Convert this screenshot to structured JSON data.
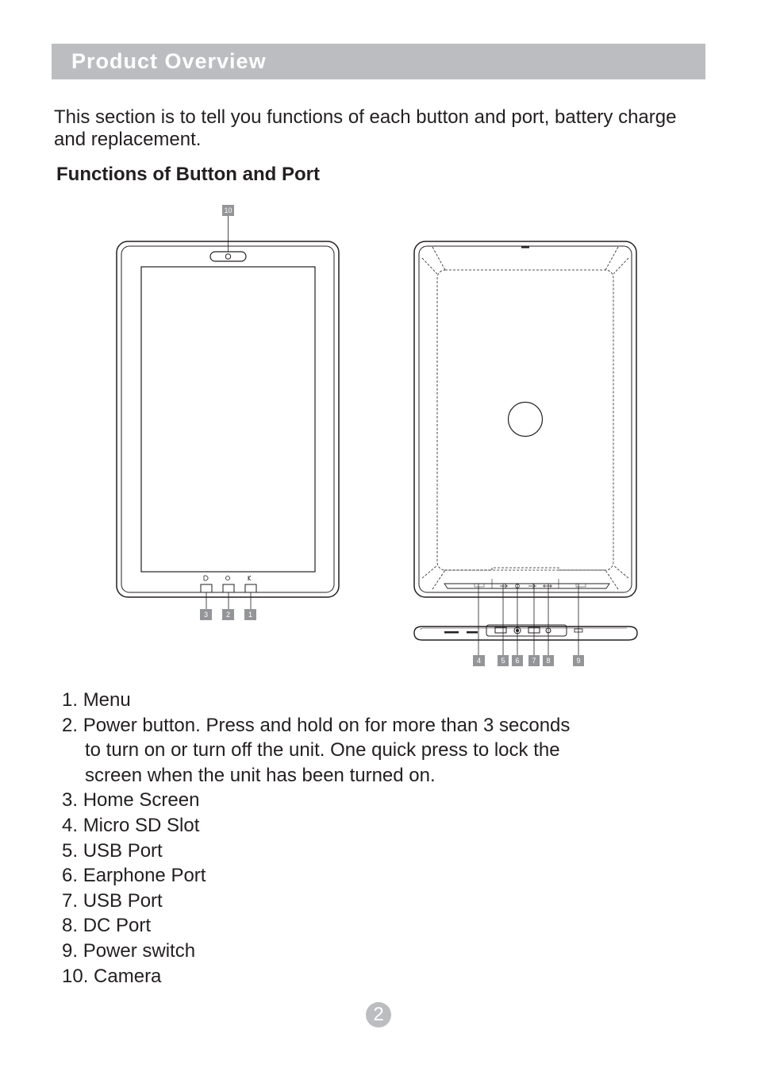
{
  "header": {
    "title": "Product Overview"
  },
  "intro": {
    "text": "This section is to tell you functions of each button and port, battery charge and replacement."
  },
  "section": {
    "heading": "Functions of Button and Port"
  },
  "callouts": {
    "front": [
      "10",
      "3",
      "2",
      "1"
    ],
    "back": [
      "4",
      "5",
      "6",
      "7",
      "8",
      "9"
    ]
  },
  "items": [
    {
      "number": "1.",
      "text": "Menu"
    },
    {
      "number": "2.",
      "text": "Power button. Press and hold on for more than 3 seconds",
      "continuation": [
        "to turn on or turn off the unit. One quick press to lock the",
        "screen when the unit has been turned on."
      ]
    },
    {
      "number": "3.",
      "text": "Home Screen"
    },
    {
      "number": "4.",
      "text": "Micro SD Slot"
    },
    {
      "number": "5.",
      "text": "USB Port"
    },
    {
      "number": "6.",
      "text": "Earphone Port"
    },
    {
      "number": "7.",
      "text": "USB Port"
    },
    {
      "number": "8.",
      "text": "DC Port"
    },
    {
      "number": "9.",
      "text": "Power switch"
    },
    {
      "number": "10.",
      "text": "Camera"
    }
  ],
  "page": {
    "number": "2"
  },
  "colors": {
    "header_bg": "#bcbdc0",
    "callout_bg": "#939598",
    "text": "#231f20"
  }
}
